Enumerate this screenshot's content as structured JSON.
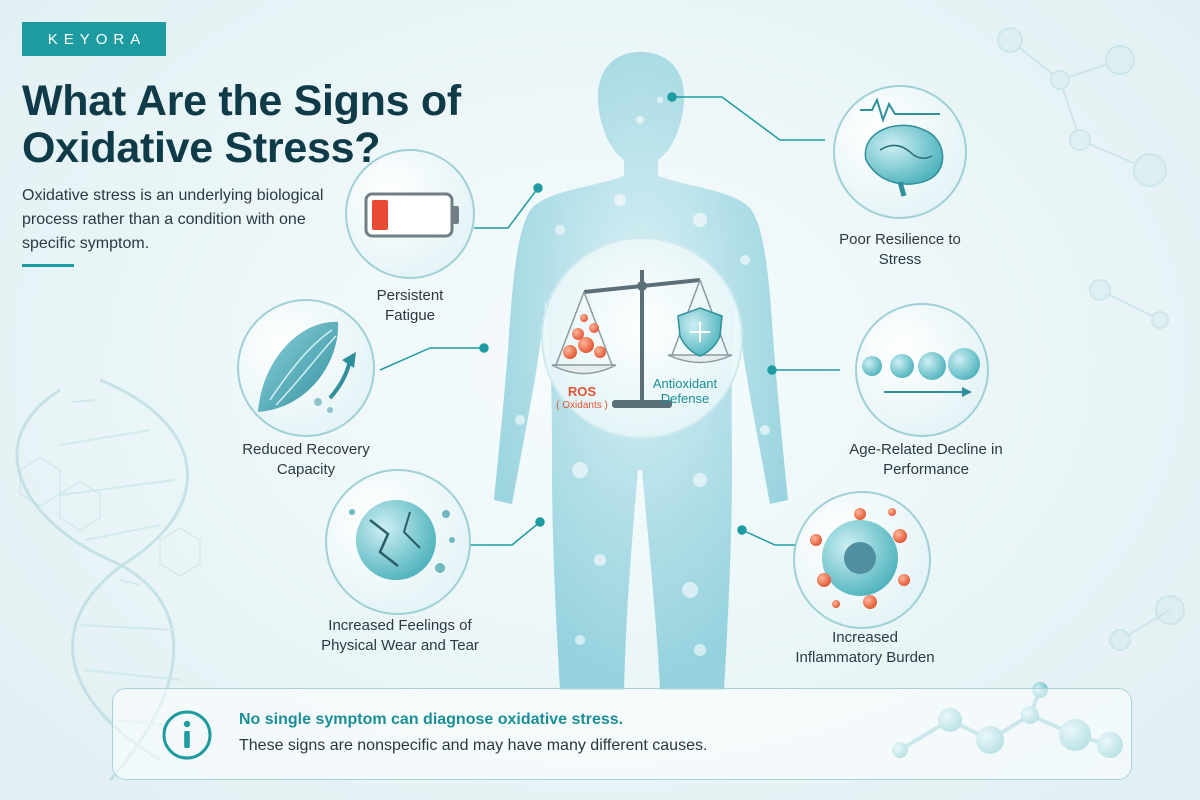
{
  "brand": {
    "name": "KEYORA"
  },
  "title": "What Are the Signs of Oxidative Stress?",
  "intro": "Oxidative stress is an underlying biological process rather than a condition with one specific symptom.",
  "colors": {
    "accent": "#1e9ba0",
    "title": "#0f3a47",
    "ros": "#e0552f",
    "battery_low": "#e84a33"
  },
  "balance": {
    "left_label": "ROS",
    "left_sublabel": "( Oxidants )",
    "right_label": "Antioxidant Defense"
  },
  "signs": [
    {
      "label": "Persistent Fatigue",
      "icon": "battery-low-icon"
    },
    {
      "label": "Reduced Recovery Capacity",
      "icon": "muscle-icon"
    },
    {
      "label": "Increased Feelings of Physical Wear and Tear",
      "icon": "damaged-cell-icon"
    },
    {
      "label": "Poor Resilience to Stress",
      "icon": "brain-icon"
    },
    {
      "label": "Age-Related Decline in Performance",
      "icon": "cell-aging-icon"
    },
    {
      "label": "Increased Inflammatory Burden",
      "icon": "inflamed-cell-icon"
    }
  ],
  "notice": {
    "icon": "info-icon",
    "heading": "No single symptom can diagnose oxidative stress.",
    "body": "These signs are nonspecific and may have many different causes."
  }
}
